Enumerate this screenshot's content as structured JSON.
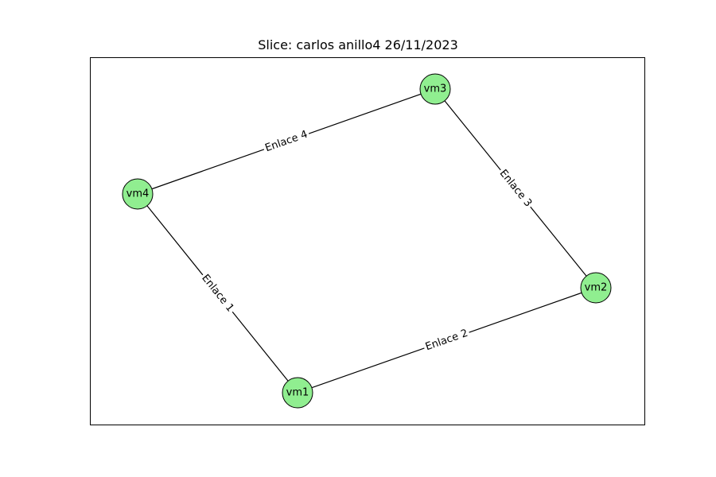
{
  "title": "Slice: carlos anillo4 26/11/2023",
  "colors": {
    "node_fill": "#90ee90",
    "stroke": "#000000",
    "background": "#ffffff"
  },
  "nodes": [
    {
      "id": "vm1",
      "label": "vm1"
    },
    {
      "id": "vm2",
      "label": "vm2"
    },
    {
      "id": "vm3",
      "label": "vm3"
    },
    {
      "id": "vm4",
      "label": "vm4"
    }
  ],
  "edges": [
    {
      "from": "vm4",
      "to": "vm1",
      "label": "Enlace 1"
    },
    {
      "from": "vm1",
      "to": "vm2",
      "label": "Enlace 2"
    },
    {
      "from": "vm3",
      "to": "vm2",
      "label": "Enlace 3"
    },
    {
      "from": "vm4",
      "to": "vm3",
      "label": "Enlace 4"
    }
  ]
}
